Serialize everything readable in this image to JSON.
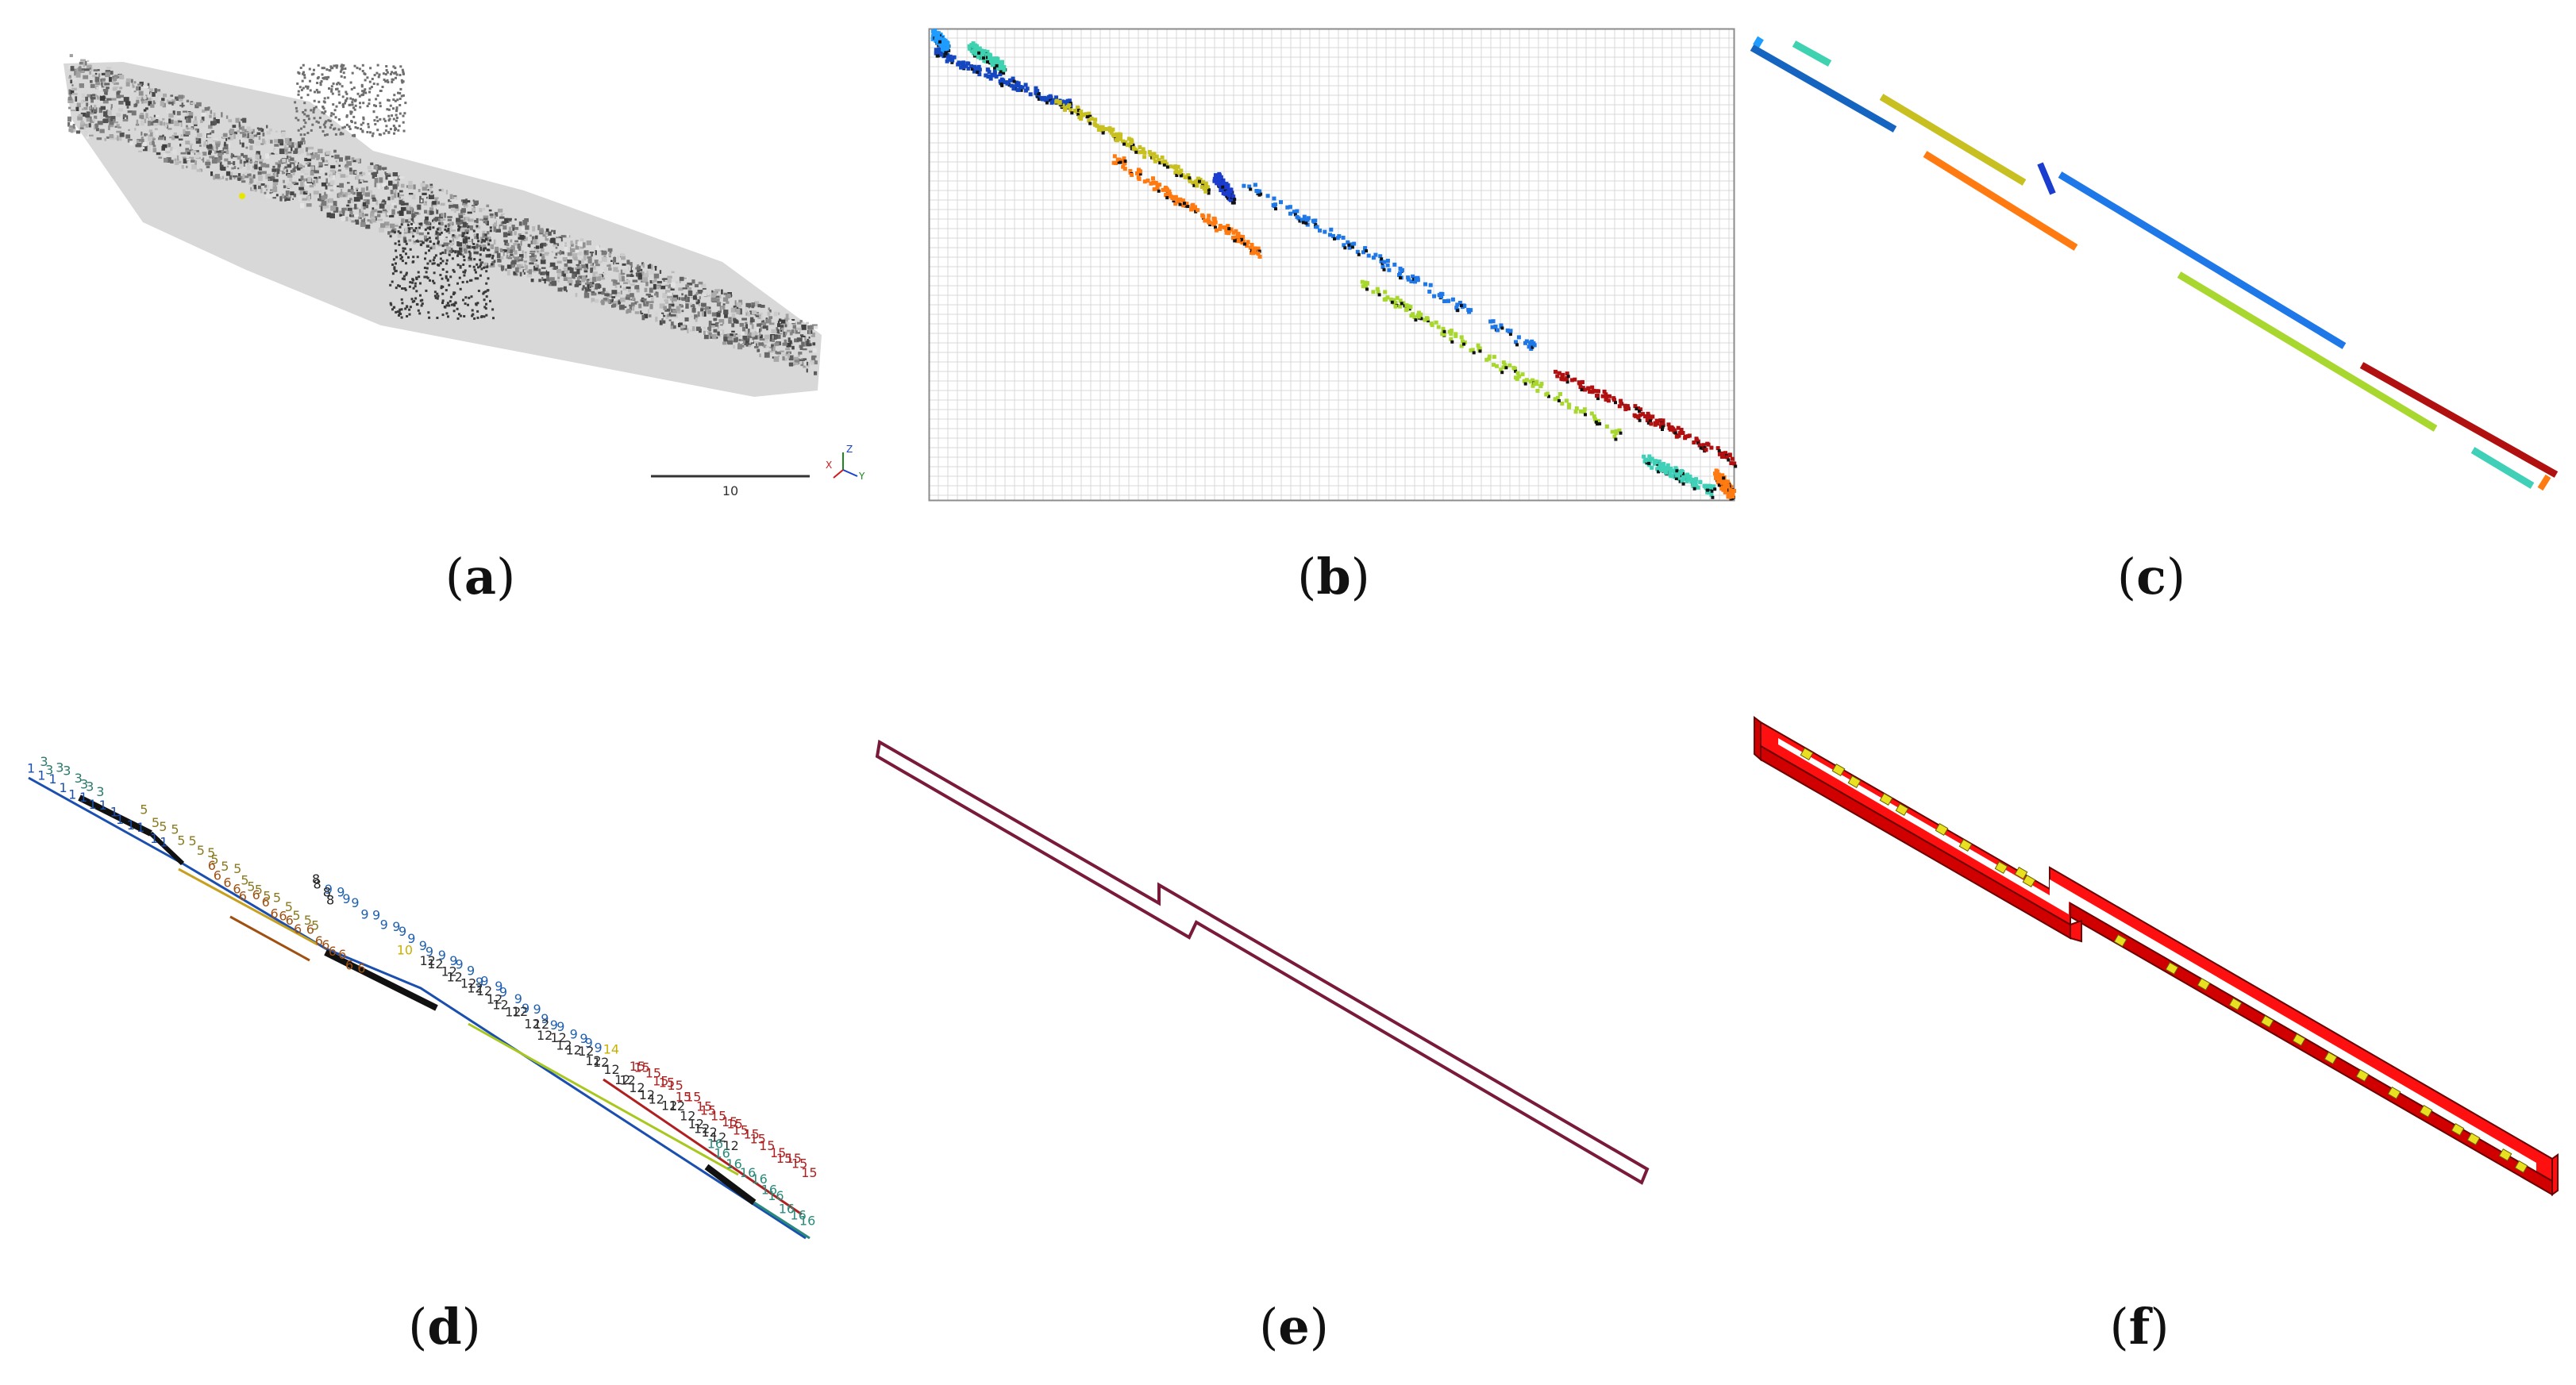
{
  "captions": {
    "a": "a",
    "b": "b",
    "c": "c",
    "d": "d",
    "e": "e",
    "f": "f"
  },
  "panel_a": {
    "scale_label": "10",
    "axis_labels": {
      "z": "Z",
      "x": "X",
      "y": "Y"
    },
    "colors": {
      "points": "#6f6f6f",
      "highlight": "#e6e600"
    }
  },
  "panel_b": {
    "colors": {
      "grid": "#d9d9d9",
      "frame": "#8c8c8c"
    }
  },
  "panel_c": {
    "segment_colors": [
      "#1565c0",
      "#3fd2b0",
      "#c8c020",
      "#ff7a10",
      "#1a3ccf",
      "#1e78e8",
      "#a8d830",
      "#b01010",
      "#40d0b8",
      "#ff7a10",
      "#1e9cff"
    ]
  },
  "panel_d": {
    "label_groups": [
      {
        "text": "1",
        "color": "#1a4fb0"
      },
      {
        "text": "3",
        "color": "#2a7a6a"
      },
      {
        "text": "5",
        "color": "#8a7a20"
      },
      {
        "text": "6",
        "color": "#a05010"
      },
      {
        "text": "9",
        "color": "#2060b0"
      },
      {
        "text": "10",
        "color": "#c8b000"
      },
      {
        "text": "12",
        "color": "#2a2a2a"
      },
      {
        "text": "14",
        "color": "#c8b000"
      },
      {
        "text": "15",
        "color": "#b02020"
      },
      {
        "text": "16",
        "color": "#2a8a7a"
      },
      {
        "text": "8",
        "color": "#222222"
      }
    ]
  },
  "panel_e": {
    "colors": {
      "outline": "#7a1a3a"
    }
  },
  "panel_f": {
    "colors": {
      "wall": "#ff1010",
      "wall_edge": "#6a0000",
      "window": "#e8e020"
    }
  }
}
